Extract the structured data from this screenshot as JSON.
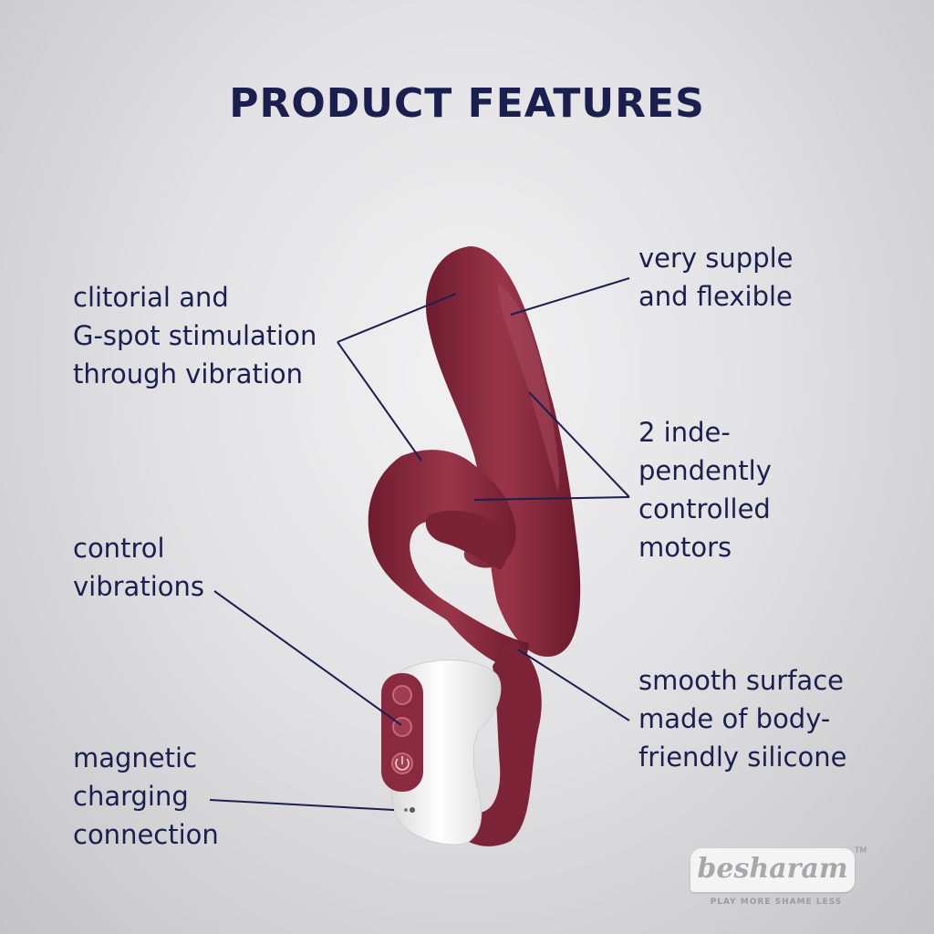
{
  "title": "PRODUCT FEATURES",
  "features": {
    "stimulation": [
      "clitorial and",
      "G-spot stimulation",
      "through vibration"
    ],
    "supple": [
      "very supple",
      "and flexible"
    ],
    "motors": [
      "2 inde-",
      "pendently",
      "controlled",
      "motors"
    ],
    "control": [
      "control",
      "vibrations"
    ],
    "surface": [
      "smooth surface",
      "made of body-",
      "friendly silicone"
    ],
    "charging": [
      "magnetic",
      "charging",
      "connection"
    ]
  },
  "logo": {
    "word": "besharam",
    "tm": "TM",
    "tagline": "PLAY MORE SHAME LESS"
  },
  "colors": {
    "title": "#1b1f4f",
    "product_main": "#8a2a3f",
    "product_dark": "#5e1526",
    "handle": "#f5f5f5"
  }
}
